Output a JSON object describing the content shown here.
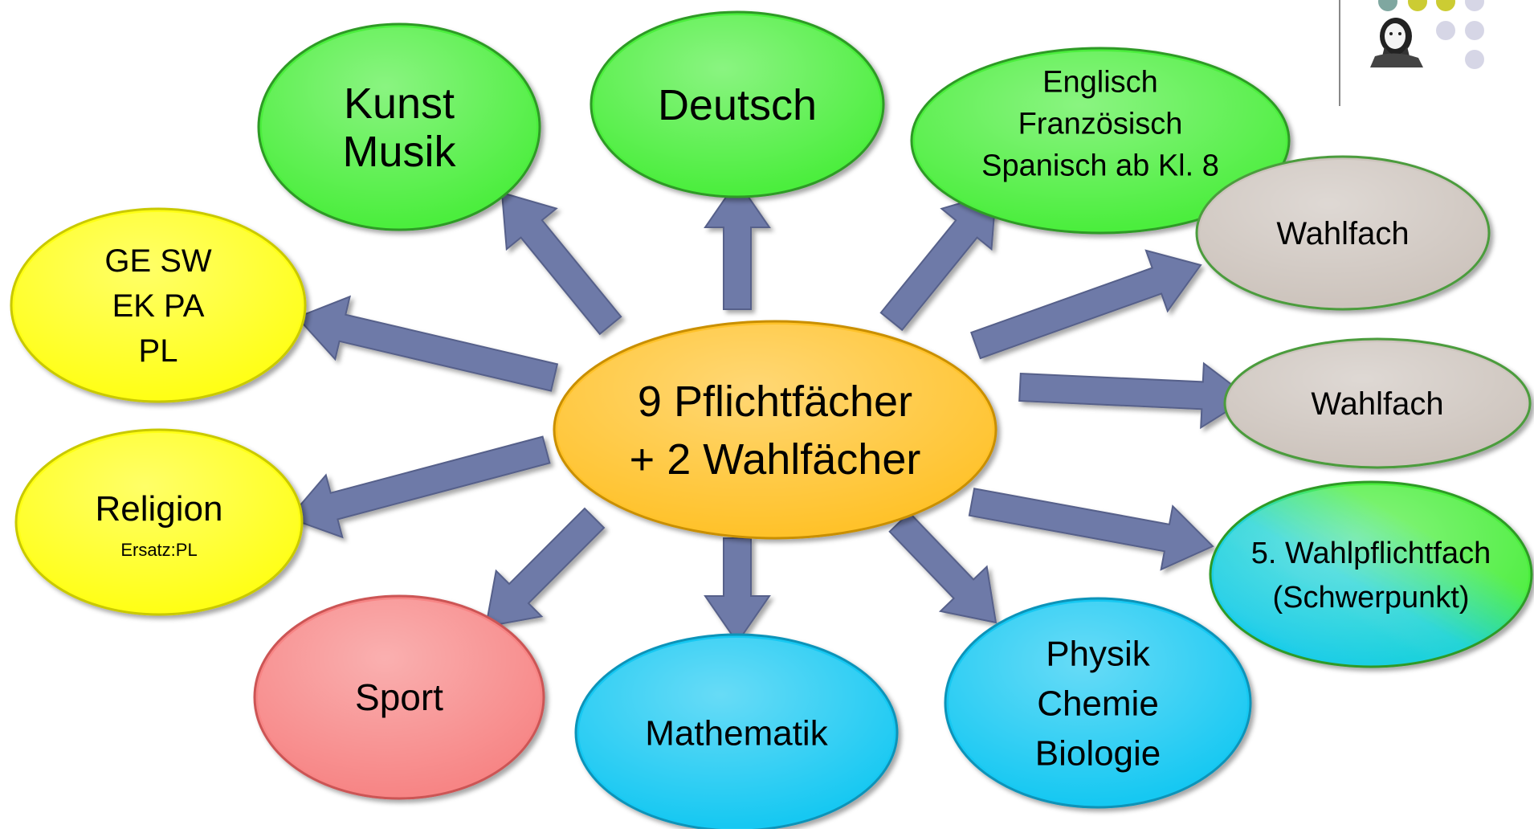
{
  "center": {
    "lines": [
      "9 Pflichtfächer",
      "+ 2 Wahlfächer"
    ]
  },
  "nodes": [
    {
      "id": "kunst-musik",
      "lines": [
        "Kunst",
        "Musik"
      ],
      "fill": "green"
    },
    {
      "id": "deutsch",
      "lines": [
        "Deutsch"
      ],
      "fill": "green"
    },
    {
      "id": "fremdsprachen",
      "lines": [
        "Englisch",
        "Französisch",
        "Spanisch ab Kl. 8"
      ],
      "fill": "green"
    },
    {
      "id": "wahlfach-1",
      "lines": [
        "Wahlfach"
      ],
      "fill": "gray"
    },
    {
      "id": "wahlfach-2",
      "lines": [
        "Wahlfach"
      ],
      "fill": "gray"
    },
    {
      "id": "wahlpflichtfach",
      "lines": [
        "5. Wahlpflichtfach",
        "(Schwerpunkt)"
      ],
      "fill": "bluegreen"
    },
    {
      "id": "naturwissenschaften",
      "lines": [
        "Physik",
        "Chemie",
        "Biologie"
      ],
      "fill": "cyan"
    },
    {
      "id": "mathematik",
      "lines": [
        "Mathematik"
      ],
      "fill": "cyan"
    },
    {
      "id": "sport",
      "lines": [
        "Sport"
      ],
      "fill": "red"
    },
    {
      "id": "religion",
      "lines": [
        "Religion",
        "Ersatz:PL"
      ],
      "fill": "yellow"
    },
    {
      "id": "gesellschaft",
      "lines": [
        "GE    SW",
        "EK    PA",
        "PL"
      ],
      "fill": "yellow"
    }
  ],
  "colors": {
    "green": "#4cee3e",
    "gray": "#cdc4bd",
    "cyan": "#14c8f2",
    "red": "#f78585",
    "yellow": "#ffff14",
    "center": "#ffc22a",
    "arrow": "#6e7aa8",
    "dot_teal": "#7fa7a0",
    "dot_olive": "#cccc33",
    "dot_lavender": "#d6d6e6"
  },
  "corner_logo": {
    "icon": "portrait-icon"
  }
}
